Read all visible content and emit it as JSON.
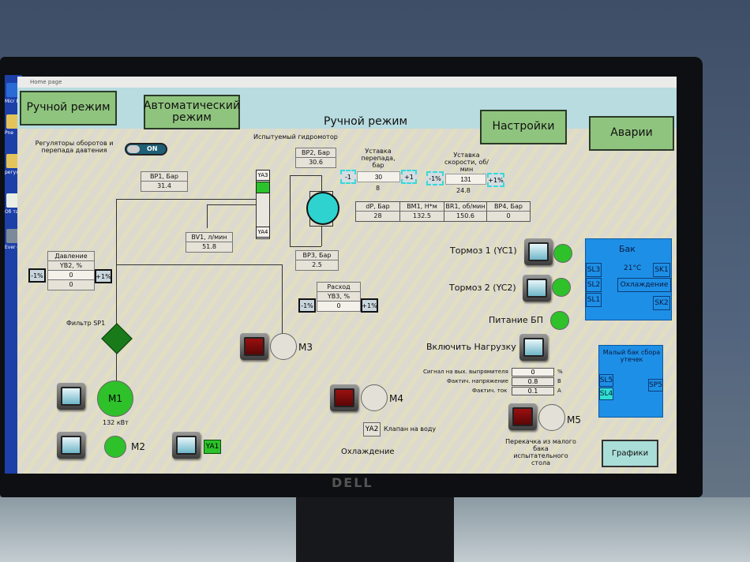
{
  "window": {
    "title": "Home page",
    "controls": [
      "‒",
      "☐",
      "✕"
    ]
  },
  "desktop_icons": [
    {
      "label": "Micr Ed",
      "color": "#2a6bd6"
    },
    {
      "label": "Pne",
      "color": "#e4c45a"
    },
    {
      "label": "регул испы",
      "color": "#e4c45a"
    },
    {
      "label": "Об табл",
      "color": "#e9efe4"
    },
    {
      "label": "Ever cl",
      "color": "#7c8b9a"
    }
  ],
  "nav": {
    "manual_mode_button": "Ручной режим",
    "auto_mode_button": "Автоматический режим",
    "current_mode": "Ручной режим",
    "settings_button": "Настройки",
    "alarms_button": "Аварии"
  },
  "regulators": {
    "label": "Регуляторы оборотов и перепада давтения",
    "toggle_state": "ON"
  },
  "motor_under_test": {
    "label": "Испытуемый гидромотор"
  },
  "sensors": {
    "bp1": {
      "label": "BP1, Бар",
      "value": "31.4"
    },
    "bp2": {
      "label": "BP2, Бар",
      "value": "30.6"
    },
    "bp3": {
      "label": "BP3, Бар",
      "value": "2.5"
    },
    "bv1": {
      "label": "BV1, л/мин",
      "value": "51.8"
    }
  },
  "valves": {
    "ya3": "YA3",
    "ya4": "YA4",
    "ya1": "YA1",
    "ya2": "YA2",
    "ya2_desc": "Клапан на воду"
  },
  "setpoint_pressure": {
    "label": "Уставка перепада, бар",
    "minus": "-1",
    "plus": "+1",
    "input": "30",
    "actual": "8"
  },
  "setpoint_speed": {
    "label": "Уставка скорости, об/мин",
    "minus": "-1%",
    "plus": "+1%",
    "input": "131",
    "actual": "24.8"
  },
  "readings_table": {
    "headers": [
      "dP, Бар",
      "BM1, Н*м",
      "BR1, об/мин",
      "BP4, Бар"
    ],
    "values": [
      "28",
      "132.5",
      "150.6",
      "0"
    ]
  },
  "pressure_ctrl": {
    "title": "Давление",
    "sub": "YB2, %",
    "input": "0",
    "actual": "0",
    "minus": "-1%",
    "plus": "+1%"
  },
  "flow_ctrl": {
    "title": "Расход",
    "sub": "YB3, %",
    "input": "0",
    "minus": "-1%",
    "plus": "+1%"
  },
  "filter": {
    "label": "Фильтр SP1"
  },
  "motors": {
    "m1": {
      "label": "M1",
      "power": "132 кВт",
      "state": "on"
    },
    "m2": {
      "label": "M2",
      "state": "on"
    },
    "m3": {
      "label": "M3",
      "state": "off"
    },
    "m4": {
      "label": "M4",
      "state": "off"
    },
    "m5": {
      "label": "M5",
      "state": "off",
      "desc": "Перекачка из малого бака испытательного стола"
    }
  },
  "cooling_label": "Охлаждение",
  "brakes": {
    "brake1": "Тормоз 1 (YC1)",
    "brake2": "Тормоз 2 (YC2)",
    "power_supply": "Питание БП",
    "enable_load": "Включить Нагрузку"
  },
  "rectifier": [
    {
      "label": "Сигнал на вых. выпрямителя",
      "value": "0",
      "unit": "%"
    },
    {
      "label": "Фактич. напряжение",
      "value": "0.8",
      "unit": "В"
    },
    {
      "label": "Фактич. ток",
      "value": "0.1",
      "unit": "А"
    }
  ],
  "tank": {
    "title": "Бак",
    "temp": "21°C",
    "cooling": "Охлаждение",
    "sl3": "SL3",
    "sl2": "SL2",
    "sl1": "SL1",
    "sk1": "SK1",
    "sk2": "SK2"
  },
  "leak_tank": {
    "title": "Малый бак сбора утечек",
    "sl5": "SL5",
    "sl4": "SL4",
    "sp5": "SP5"
  },
  "graphs_button": "Графики",
  "colors": {
    "nav_green": "#8fc47e",
    "lamp_on": "#2ec12a",
    "tank_blue": "#1e8fe6",
    "motor_cyan": "#2ed3cf",
    "sl4_cyan": "#2fe0d0"
  },
  "monitor_brand": "DELL"
}
